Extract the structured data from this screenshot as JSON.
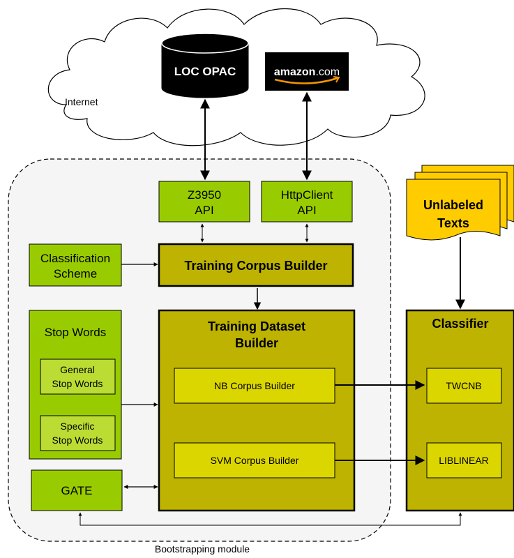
{
  "cloud": {
    "label": "Internet"
  },
  "sources": {
    "loc": "LOC OPAC",
    "amazon": {
      "prefix": "amazon",
      "suffix": ".com"
    }
  },
  "apis": {
    "z3950": [
      "Z3950",
      "API"
    ],
    "httpclient": [
      "HttpClient",
      "API"
    ]
  },
  "scheme": [
    "Classification",
    "Scheme"
  ],
  "corpus_builder": "Training Corpus Builder",
  "dataset_builder": {
    "title": [
      "Training Dataset",
      "Builder"
    ],
    "nb": "NB Corpus Builder",
    "svm": "SVM Corpus Builder"
  },
  "stop_words": {
    "title": "Stop Words",
    "general": [
      "General",
      "Stop Words"
    ],
    "specific": [
      "Specific",
      "Stop Words"
    ]
  },
  "gate": "GATE",
  "unlabeled": [
    "Unlabeled",
    "Texts"
  ],
  "classifier": {
    "title": "Classifier",
    "twcnb": "TWCNB",
    "liblinear": "LIBLINEAR"
  },
  "module_label": "Bootstrapping module",
  "colors": {
    "green": "#99cc00",
    "olive": "#bdb300",
    "yellow": "#dcd600",
    "doc": "#ffcc00",
    "region": "#f5f5f5"
  }
}
